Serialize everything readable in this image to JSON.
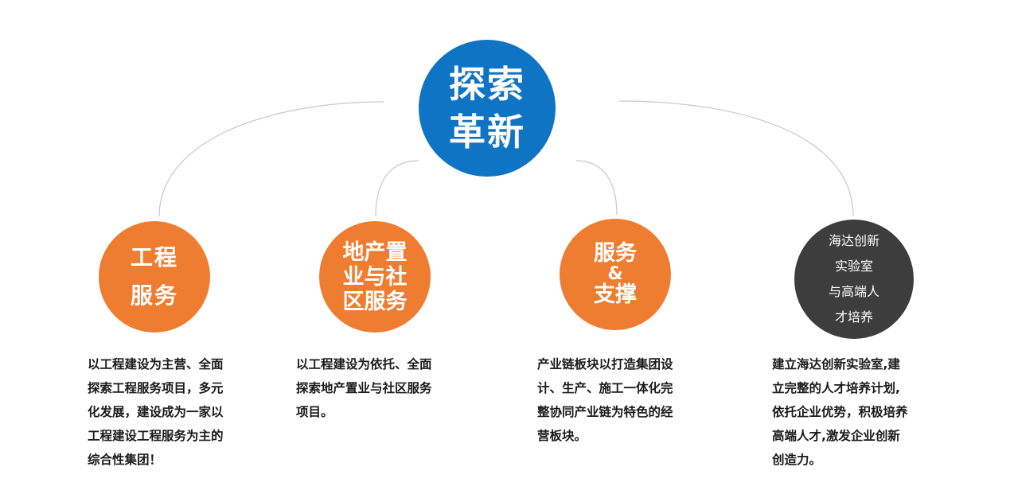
{
  "center": {
    "lines": [
      "探索",
      "革新"
    ],
    "color": "#0f74c4"
  },
  "colors": {
    "orange": "#ee7d31",
    "dark": "#3d3d3d",
    "connector": "#c8c8c8"
  },
  "nodes": [
    {
      "lines": [
        "工程",
        "服务"
      ],
      "desc": [
        "以工程建设为主营、全面",
        "探索工程服务项目，多元",
        "化发展，建设成为一家以",
        "工程建设工程服务为主的",
        "综合性集团！"
      ]
    },
    {
      "lines": [
        "地产置",
        "业与社",
        "区服务"
      ],
      "desc": [
        "以工程建设为依托、全面",
        "探索地产置业与社区服务",
        "项目。"
      ]
    },
    {
      "lines": [
        "服务",
        "&",
        "支撑"
      ],
      "desc": [
        "产业链板块以打造集团设",
        "计、生产、施工一体化完",
        "整协同产业链为特色的经",
        "营板块。"
      ]
    },
    {
      "lines": [
        "海达创新",
        "实验室",
        "与高端人",
        "才培养"
      ],
      "desc": [
        "建立海达创新实验室,建",
        "立完整的人才培养计划,",
        "依托企业优势，积极培养",
        "高端人才,激发企业创新",
        "创造力。"
      ]
    }
  ]
}
